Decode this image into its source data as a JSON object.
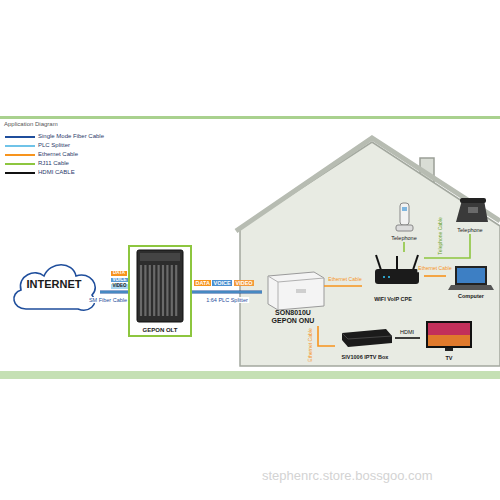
{
  "diagram": {
    "nodes": [
      {
        "text": [
          "INTERNET"
        ]
      },
      {
        "text": [
          "GEPON OLT"
        ]
      },
      {
        "text": [
          "SON8010U GEPON ONU"
        ]
      },
      {
        "text": [
          "Telephone"
        ]
      },
      {
        "text": [
          "Telephone"
        ]
      },
      {
        "text": [
          "WIFI VoIP CPE"
        ]
      },
      {
        "text": [
          "Computer"
        ]
      },
      {
        "text": [
          "SIV1006 IPTV Box"
        ]
      },
      {
        "text": [
          "TV"
        ]
      }
    ],
    "edges": [
      {
        "from": 0,
        "to": 1,
        "arrow": "none",
        "label": "SM Fiber Cable"
      },
      {
        "from": 1,
        "to": 2,
        "arrow": "none",
        "label": "1:64 PLC Splitter"
      },
      {
        "from": 2,
        "to": 5,
        "arrow": "none",
        "label": "Ethernet Cable"
      },
      {
        "from": 5,
        "to": 3,
        "arrow": "none"
      },
      {
        "from": 5,
        "to": 4,
        "arrow": "none",
        "label": "Telephone Cable"
      },
      {
        "from": 5,
        "to": 6,
        "arrow": "none",
        "label": "Ethernet Cable"
      },
      {
        "from": 2,
        "to": 7,
        "arrow": "none",
        "label": "Ethernet Cable"
      },
      {
        "from": 7,
        "to": 8,
        "arrow": "none",
        "label": "HDMI"
      }
    ],
    "labels": [
      "Application Diagram",
      "DATA",
      "VOICE",
      "VIDEO",
      "DATA",
      "VOICE",
      "VIDEO",
      "stephenrc.store.bossgoo.com"
    ],
    "legend": [
      {
        "text": "Single Mode Fiber Cable",
        "color": "#1f4e9c"
      },
      {
        "text": "PLC Splitter",
        "color": "#6fc3e8"
      },
      {
        "text": "Ethernet Cable",
        "color": "#f7941d"
      },
      {
        "text": "RJ11 Cable",
        "color": "#8dc63f"
      },
      {
        "text": "HDMI CABLE",
        "color": "#111111"
      }
    ]
  }
}
